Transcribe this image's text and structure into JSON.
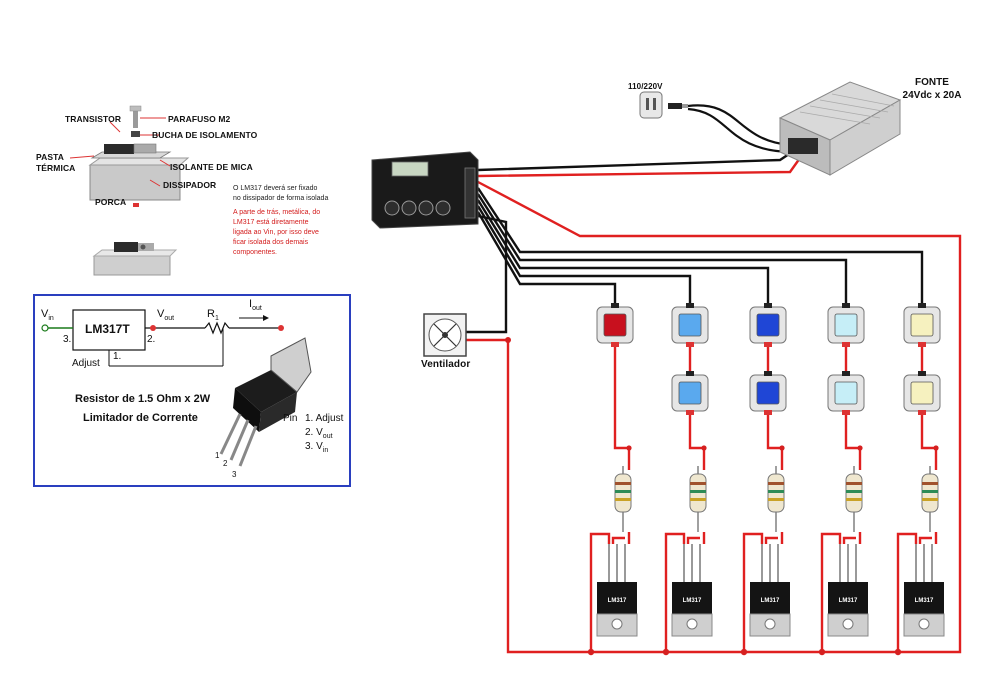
{
  "mounting": {
    "transistor": "TRANSISTOR",
    "screw": "PARAFUSO M2",
    "bushing": "BUCHA DE ISOLAMENTO",
    "paste_line1": "PASTA",
    "paste_line2": "TÉRMICA",
    "mica": "ISOLANTE DE MICA",
    "heatsink": "DISSIPADOR",
    "nut": "PORCA"
  },
  "notes": {
    "black": [
      "O LM317 deverá ser fixado",
      "no dissipador de forma isolada"
    ],
    "red": [
      "A parte de trás, metálica, do",
      "LM317 está diretamente",
      "ligada ao Vin, por isso deve",
      "ficar isolada dos demais",
      "componentes."
    ]
  },
  "reference": {
    "vin": "V",
    "vin_sub": "in",
    "chip": "LM317T",
    "pin3": "3.",
    "pin2": "2.",
    "pin1": "1.",
    "adjust": "Adjust",
    "vout": "V",
    "vout_sub": "out",
    "r1": "R",
    "r1_sub": "1",
    "iout": "I",
    "iout_sub": "out",
    "caption_line1": "Resistor de 1.5 Ohm x 2W",
    "caption_line2": "Limitador de Corrente",
    "pin_title": "Pin",
    "pin_list": [
      "1.  Adjust",
      "2.  V",
      "3.  V"
    ],
    "pin_list_subs": [
      "",
      "out",
      "in"
    ],
    "lead_numbers": [
      "1",
      "2",
      "3"
    ]
  },
  "power": {
    "plug_label": "110/220V",
    "supply_line1": "FONTE",
    "supply_line2": "24Vdc x 20A"
  },
  "fan_label": "Ventilador",
  "regulator_text": "LM317",
  "colors": {
    "wire_red": "#e02020",
    "wire_black": "#111111",
    "border_blue": "#2a3fbf",
    "led_red": "#c8101e",
    "led_blue_light": "#5aa9ee",
    "led_blue": "#1f46d6",
    "led_cyan": "#c6eef7",
    "led_cream": "#f6f1bf"
  },
  "led_columns": [
    {
      "color_name": "red",
      "count": 1
    },
    {
      "color_name": "light-blue",
      "count": 2
    },
    {
      "color_name": "blue",
      "count": 2
    },
    {
      "color_name": "cyan",
      "count": 2
    },
    {
      "color_name": "cream",
      "count": 2
    }
  ]
}
